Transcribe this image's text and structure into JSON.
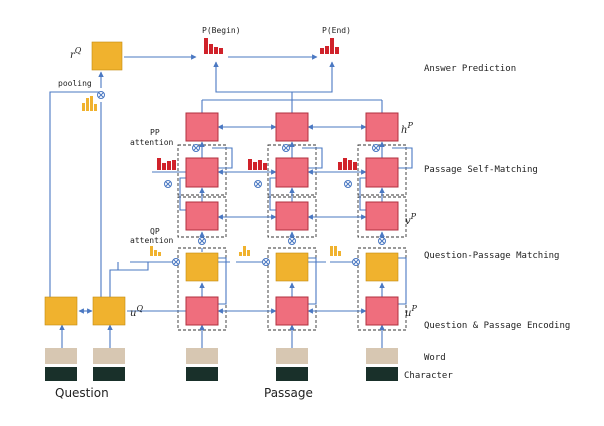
{
  "labels": {
    "p_begin": "P(Begin)",
    "p_end": "P(End)",
    "answer_prediction": "Answer Prediction",
    "passage_self_matching": "Passage Self-Matching",
    "question_passage_matching": "Question-Passage Matching",
    "encoding": "Question & Passage Encoding",
    "word": "Word",
    "character": "Character",
    "question": "Question",
    "passage": "Passage",
    "pooling": "pooling",
    "pp_attention_1": "PP",
    "pp_attention_2": "attention",
    "qp_attention_1": "QP",
    "qp_attention_2": "attention"
  },
  "symbols": {
    "r": "r",
    "r_sup": "Q",
    "h": "h",
    "h_sup": "P",
    "v": "v",
    "v_sup": "P",
    "u_q": "u",
    "u_q_sup": "Q",
    "u_p": "u",
    "u_p_sup": "P"
  },
  "colors": {
    "rnn_cell": "#ef6e7d",
    "attention_cell": "#f0b22e",
    "arrow": "#4a78c2",
    "word_embedding": "#d7c7b2",
    "char_embedding": "#19302a",
    "prob_bar": "#d0222a"
  }
}
